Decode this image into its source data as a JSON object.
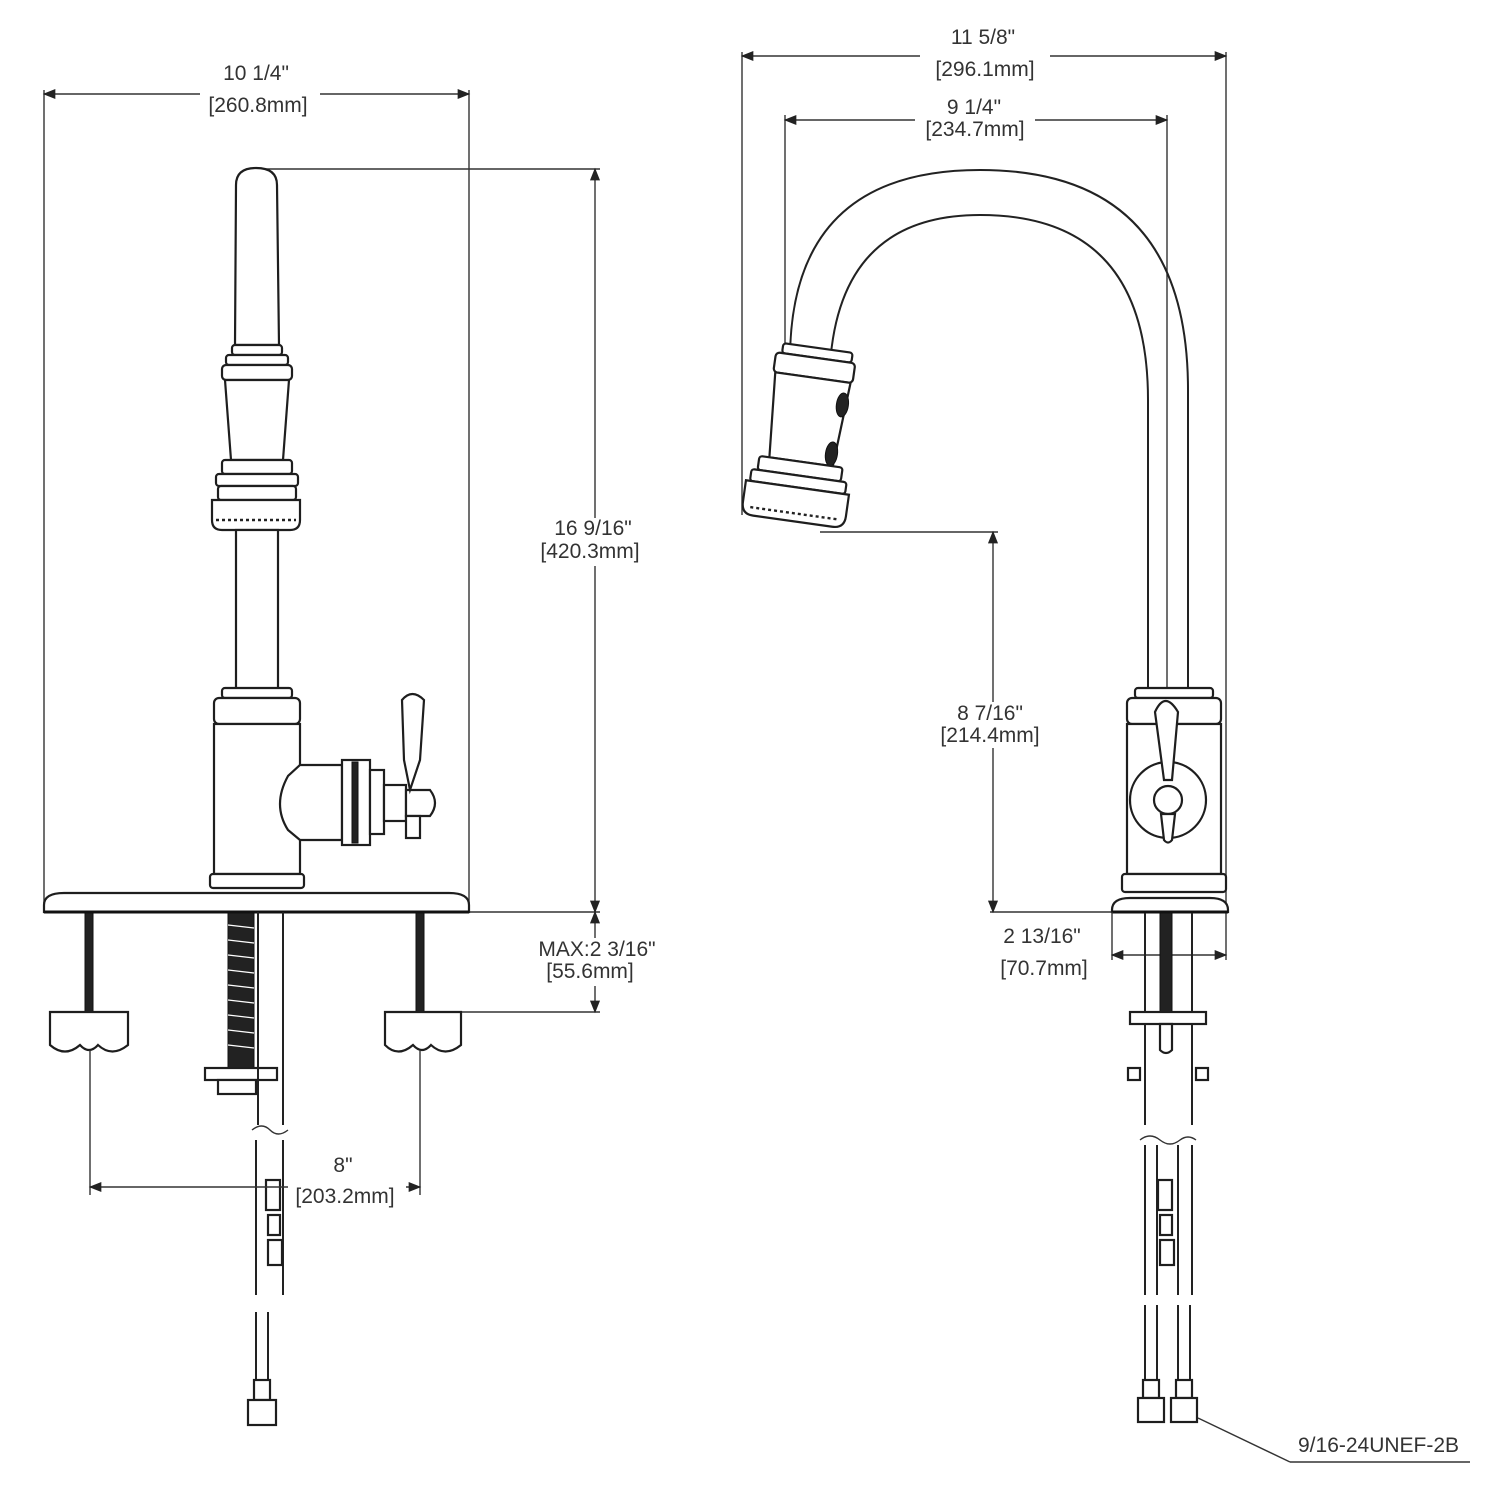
{
  "front_view": {
    "overall_width": {
      "imperial": "10 1/4\"",
      "metric": "[260.8mm]"
    },
    "overall_height": {
      "imperial": "16 9/16\"",
      "metric": "[420.3mm]"
    },
    "max_deck_thickness": {
      "imperial": "MAX:2 3/16\"",
      "metric": "[55.6mm]"
    },
    "hole_spacing": {
      "imperial": "8\"",
      "metric": "[203.2mm]"
    }
  },
  "side_view": {
    "overall_reach": {
      "imperial": "11 5/8\"",
      "metric": "[296.1mm]"
    },
    "spout_reach": {
      "imperial": "9 1/4\"",
      "metric": "[234.7mm]"
    },
    "spout_clearance": {
      "imperial": "8 7/16\"",
      "metric": "[214.4mm]"
    },
    "base_diameter": {
      "imperial": "2 13/16\"",
      "metric": "[70.7mm]"
    },
    "connection_thread": "9/16-24UNEF-2B"
  },
  "colors": {
    "line": "#222222",
    "text": "#333333",
    "background": "#ffffff"
  }
}
